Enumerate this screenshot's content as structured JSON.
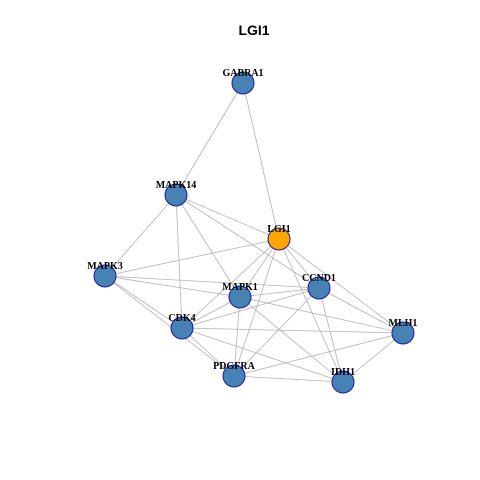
{
  "title": "LGI1",
  "colors": {
    "background": "#ffffff",
    "edge": "#b3b3b3",
    "node_fill": "#4682b4",
    "node_stroke": "#1a1aa6",
    "hub_fill": "#ffa500",
    "label": "#000000",
    "title": "#000000"
  },
  "nodes": [
    {
      "id": "GABRA1",
      "label": "GABRA1",
      "hub": false
    },
    {
      "id": "MAPK14",
      "label": "MAPK14",
      "hub": false
    },
    {
      "id": "LGI1",
      "label": "LGI1",
      "hub": true
    },
    {
      "id": "MAPK3",
      "label": "MAPK3",
      "hub": false
    },
    {
      "id": "CCND1",
      "label": "CCND1",
      "hub": false
    },
    {
      "id": "MAPK1",
      "label": "MAPK1",
      "hub": false
    },
    {
      "id": "CDK4",
      "label": "CDK4",
      "hub": false
    },
    {
      "id": "MLH1",
      "label": "MLH1",
      "hub": false
    },
    {
      "id": "PDGFRA",
      "label": "PDGFRA",
      "hub": false
    },
    {
      "id": "IDH1",
      "label": "IDH1",
      "hub": false
    }
  ],
  "edges": [
    [
      "GABRA1",
      "MAPK14"
    ],
    [
      "GABRA1",
      "LGI1"
    ],
    [
      "MAPK14",
      "MAPK3"
    ],
    [
      "MAPK14",
      "LGI1"
    ],
    [
      "MAPK14",
      "MAPK1"
    ],
    [
      "MAPK14",
      "CDK4"
    ],
    [
      "MAPK14",
      "CCND1"
    ],
    [
      "MAPK3",
      "LGI1"
    ],
    [
      "MAPK3",
      "MAPK1"
    ],
    [
      "MAPK3",
      "CDK4"
    ],
    [
      "MAPK3",
      "CCND1"
    ],
    [
      "MAPK3",
      "PDGFRA"
    ],
    [
      "LGI1",
      "MAPK1"
    ],
    [
      "LGI1",
      "CDK4"
    ],
    [
      "LGI1",
      "CCND1"
    ],
    [
      "LGI1",
      "PDGFRA"
    ],
    [
      "LGI1",
      "IDH1"
    ],
    [
      "LGI1",
      "MLH1"
    ],
    [
      "MAPK1",
      "CDK4"
    ],
    [
      "MAPK1",
      "CCND1"
    ],
    [
      "MAPK1",
      "PDGFRA"
    ],
    [
      "MAPK1",
      "IDH1"
    ],
    [
      "MAPK1",
      "MLH1"
    ],
    [
      "CCND1",
      "CDK4"
    ],
    [
      "CCND1",
      "PDGFRA"
    ],
    [
      "CCND1",
      "IDH1"
    ],
    [
      "CCND1",
      "MLH1"
    ],
    [
      "CDK4",
      "PDGFRA"
    ],
    [
      "CDK4",
      "IDH1"
    ],
    [
      "CDK4",
      "MLH1"
    ],
    [
      "PDGFRA",
      "IDH1"
    ],
    [
      "PDGFRA",
      "MLH1"
    ],
    [
      "IDH1",
      "MLH1"
    ]
  ]
}
